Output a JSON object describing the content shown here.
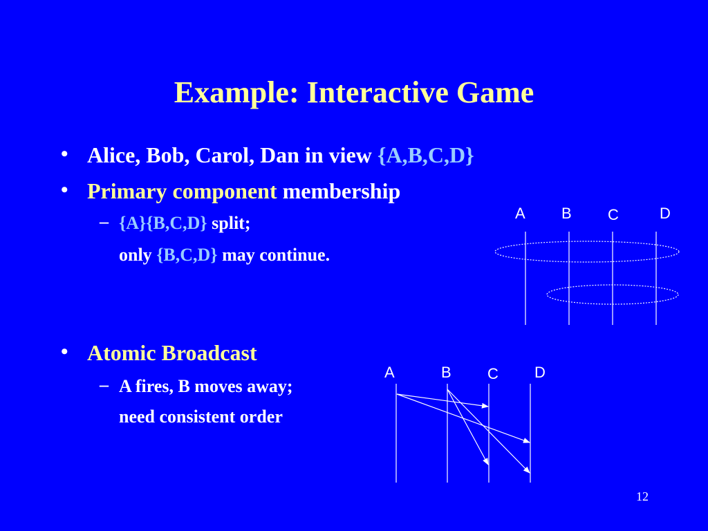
{
  "slide": {
    "title": "Example: Interactive Game",
    "bullet1": {
      "text": "Alice, Bob, Carol, Dan in view ",
      "highlight": "{A,B,C,D}"
    },
    "bullet2": {
      "highlight": "Primary component",
      "text": " membership"
    },
    "sub1": {
      "highlight": "{A}{B,C,D}",
      "text": " split;"
    },
    "sub1_cont": {
      "prefix": "only ",
      "highlight": "{B,C,D}",
      "suffix": " may continue."
    },
    "bullet3": {
      "highlight": "Atomic Broadcast"
    },
    "sub2": {
      "text": "A fires, B moves away;"
    },
    "sub2_cont": {
      "text": "need consistent order"
    },
    "bullet_symbol": "•",
    "dash_symbol": "–",
    "page_number": "12"
  },
  "diagram_top": {
    "labels": [
      "A",
      "B",
      "C",
      "D"
    ]
  },
  "diagram_bottom": {
    "labels": [
      "A",
      "B",
      "C",
      "D"
    ]
  },
  "colors": {
    "background": "#0000ff",
    "title": "#ffff99",
    "highlight_yellow": "#ffff99",
    "highlight_blue": "#99ccff",
    "text": "#ffffff"
  }
}
